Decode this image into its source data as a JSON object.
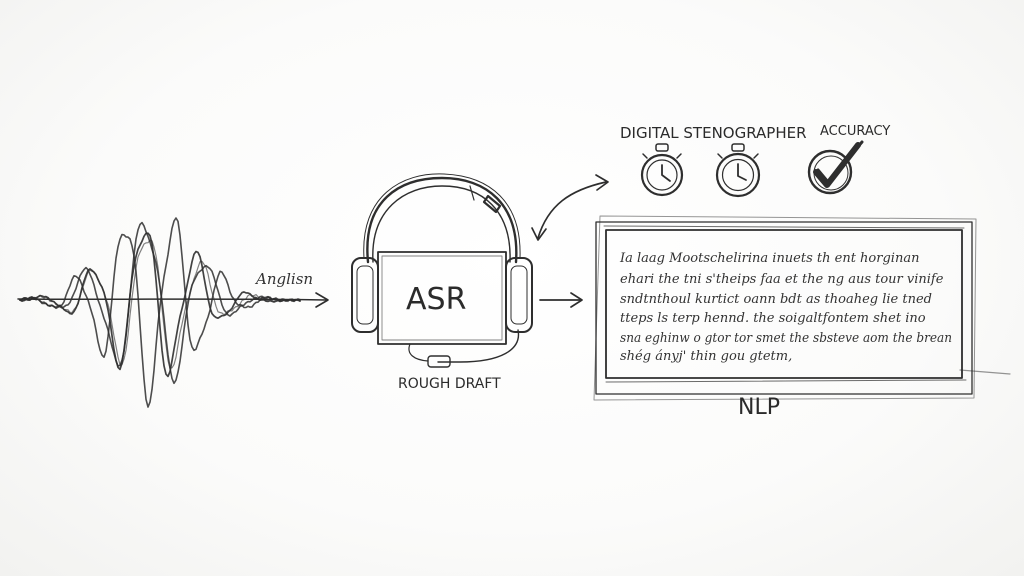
{
  "diagram": {
    "wave_label": "Anglisn",
    "asr_label": "ASR",
    "rough_draft_label": "ROUGH DRAFT",
    "digital_stenographer_label": "DIGITAL STENOGRAPHER",
    "accuracy_label": "ACCURACY",
    "nlp_label": "NLP",
    "transcript_lines": [
      "Ia laag Mootschelirina inuets th ent horginan",
      "ehari the tni s'theips faa et the ng aus tour vinife",
      "sndtnthoul kurtict oann bdt as thoaheg lie tned",
      "tteps ls terp hennd. the soigaltfontem shet ino",
      "sna eghinw o gtor tor smet the sbsteve aom the brean",
      "shég ányj' thin gou gtetm,"
    ]
  },
  "colors": {
    "ink": "#2e2e2e",
    "wave_blue": "#3b6aa8",
    "wave_orange": "#d9773a",
    "wave_yellow": "#e3c24d",
    "wave_gray": "#8c8c8c",
    "check_green": "#3aa33a",
    "clock_orange": "#d9773a"
  },
  "icons": {
    "headphones": "headphones-icon",
    "stopwatch_gray": "stopwatch-icon",
    "stopwatch_orange": "stopwatch-icon",
    "checkmark": "checkmark-icon"
  }
}
